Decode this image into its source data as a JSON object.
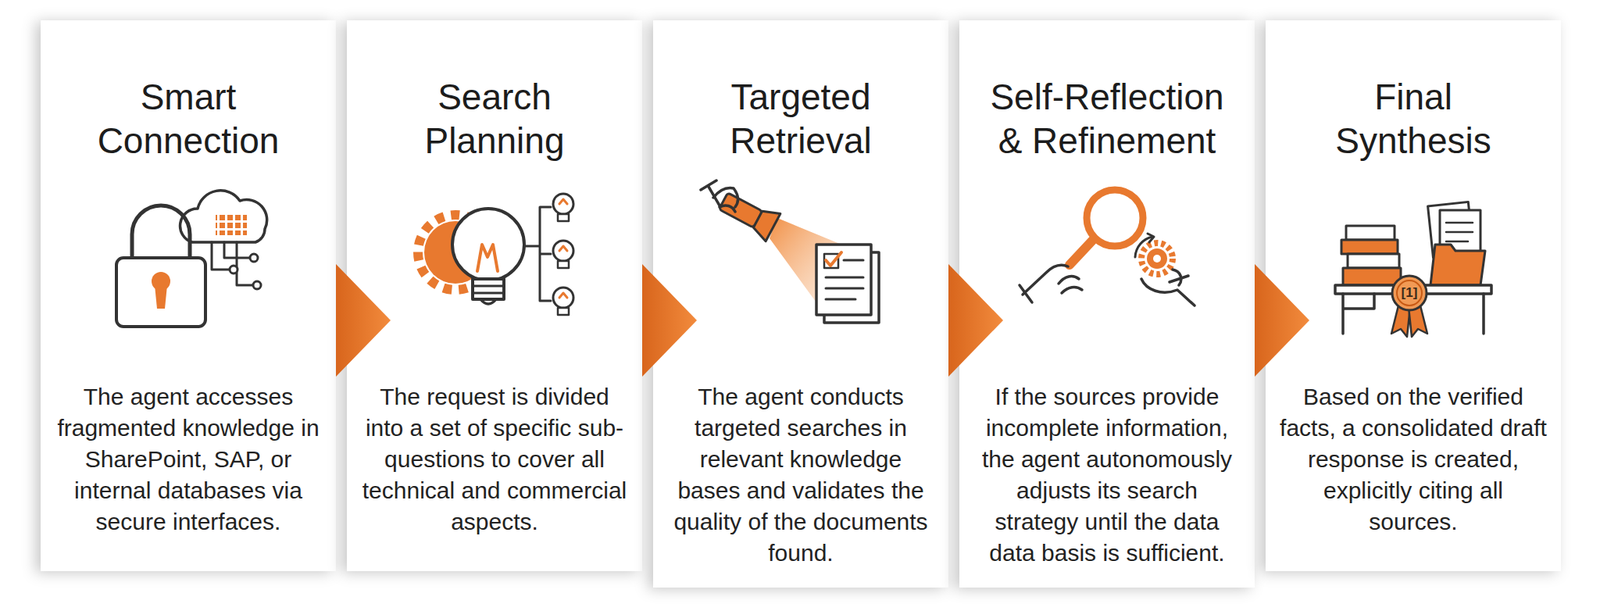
{
  "diagram": {
    "nodes": [
      {
        "text": [
          "Smart Connection",
          "The agent accesses fragmented knowledge in SharePoint, SAP, or internal databases via secure interfaces."
        ]
      },
      {
        "text": [
          "Search Planning",
          "The request is divided into a set of specific sub-questions to cover all technical and commercial aspects."
        ]
      },
      {
        "text": [
          "Targeted Retrieval",
          "The agent conducts targeted searches in relevant knowledge bases and validates the quality of the documents found."
        ]
      },
      {
        "text": [
          "Self-Reflection & Refinement",
          "If the sources provide incomplete information, the agent autonomously adjusts its search strategy until the data data basis is sufficient."
        ]
      },
      {
        "text": [
          "Final Synthesis",
          "Based on the verified facts, a consolidated draft response is created, explicitly citing all sources."
        ]
      }
    ],
    "edges": [
      {
        "from": 0,
        "to": 1,
        "arrow": "to"
      },
      {
        "from": 1,
        "to": 2,
        "arrow": "to"
      },
      {
        "from": 2,
        "to": 3,
        "arrow": "to"
      },
      {
        "from": 3,
        "to": 4,
        "arrow": "to"
      }
    ],
    "labels": [
      "[1]"
    ]
  }
}
